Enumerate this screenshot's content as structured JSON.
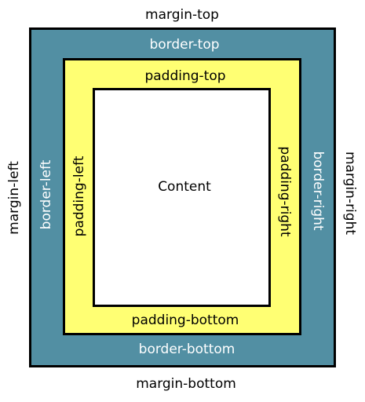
{
  "colors": {
    "border_area": "#528fa3",
    "padding_area": "#ffff73",
    "content_area": "#ffffff",
    "outline": "#000000"
  },
  "margin": {
    "top": "margin-top",
    "bottom": "margin-bottom",
    "left": "margin-left",
    "right": "margin-right"
  },
  "border": {
    "top": "border-top",
    "bottom": "border-bottom",
    "left": "border-left",
    "right": "border-right"
  },
  "padding": {
    "top": "padding-top",
    "bottom": "padding-bottom",
    "left": "padding-left",
    "right": "padding-right"
  },
  "content": {
    "label": "Content"
  }
}
